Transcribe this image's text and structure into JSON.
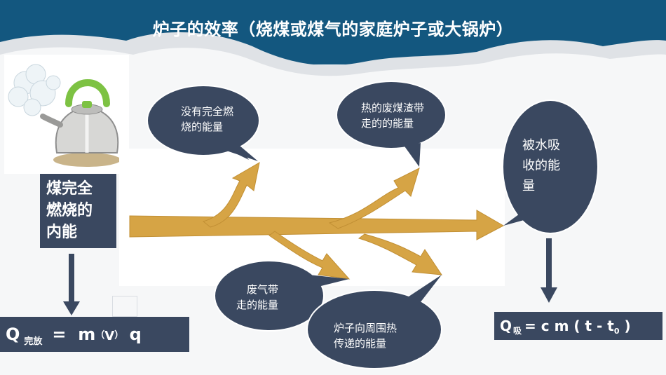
{
  "title": "炉子的效率（烧煤或煤气的家庭炉子或大锅炉）",
  "left_box": {
    "lines": [
      "煤完全",
      "燃烧的",
      "内能"
    ]
  },
  "bubbles": {
    "incomplete": [
      "没有完全燃",
      "烧的能量"
    ],
    "slag": [
      "热的废煤渣带",
      "走的的能量"
    ],
    "absorbed": [
      "被水吸",
      "收的能",
      "量"
    ],
    "exhaust": [
      "废气带",
      "走的能量"
    ],
    "surroundings": [
      "炉子向周围热",
      "传递的能量"
    ]
  },
  "formula_left": {
    "q": "Q",
    "sub": "完放",
    "eq": "=",
    "m": "m",
    "po": "（",
    "v": "V",
    "pc": "）",
    "qq": "q"
  },
  "formula_right": {
    "q": "Q",
    "sub": "吸",
    "rest": "= c m ( t - t",
    "sub0": "0",
    "close": ")"
  },
  "colors": {
    "header": "#13577f",
    "box": "#3a4860",
    "arrow": "#d6a445",
    "bubble": "#3a4860"
  }
}
